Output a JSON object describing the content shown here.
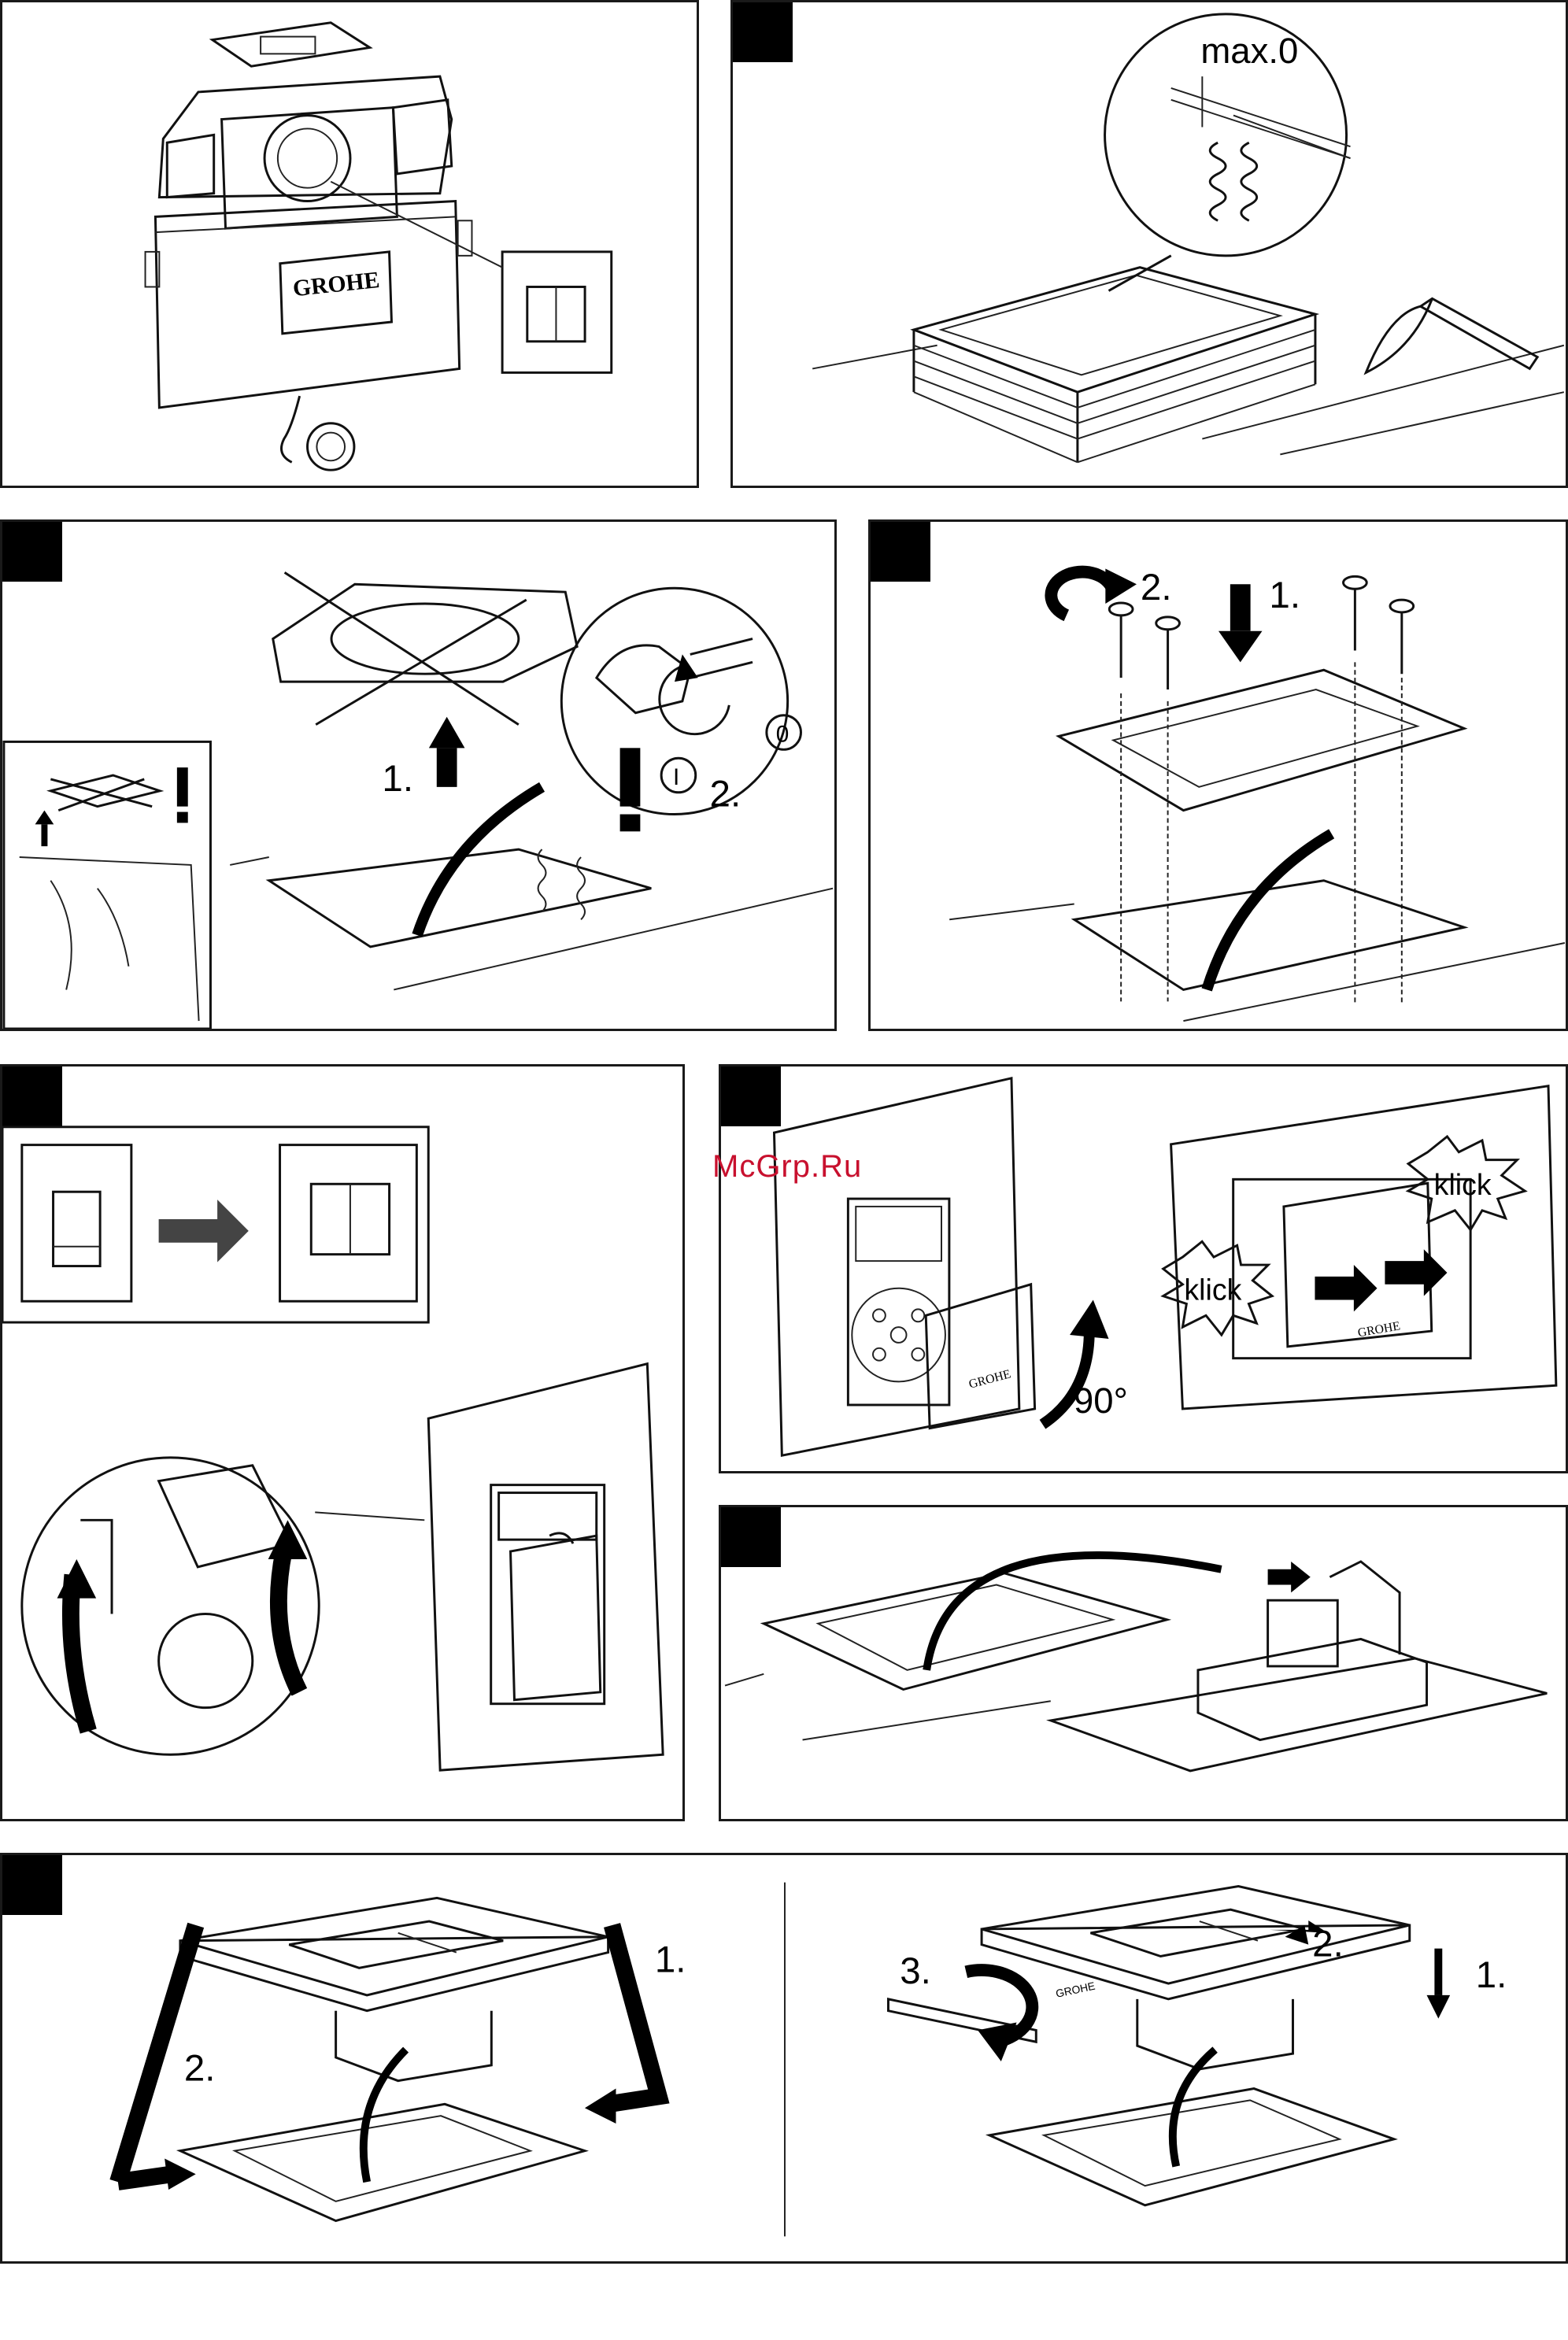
{
  "brand": {
    "logo_text": "GROHE"
  },
  "watermark": "McGrp.Ru",
  "panels": {
    "p2": {
      "callout": "max.0"
    },
    "p3": {
      "step1": "1.",
      "step2": "2.",
      "switch_on": "I",
      "switch_off": "0"
    },
    "p4": {
      "step1": "1.",
      "step2": "2."
    },
    "p6": {
      "rotate": "90°",
      "click_a": "klick",
      "click_b": "klick"
    },
    "p8": {
      "left_step1": "1.",
      "left_step2": "2.",
      "right_step1": "1.",
      "right_step2": "2.",
      "right_step3": "3."
    }
  }
}
